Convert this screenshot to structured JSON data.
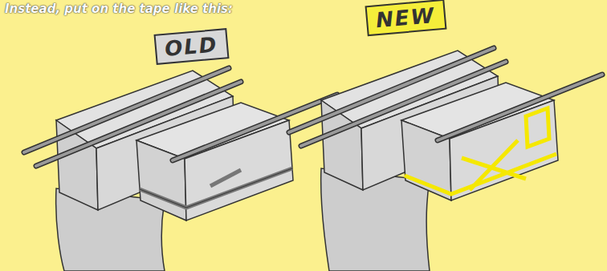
{
  "diagram": {
    "nodes": [
      {
        "text": [
          "OLD"
        ]
      },
      {
        "text": [
          "NEW"
        ]
      }
    ],
    "labels": [
      "Instead, put on the tape like this:"
    ]
  }
}
